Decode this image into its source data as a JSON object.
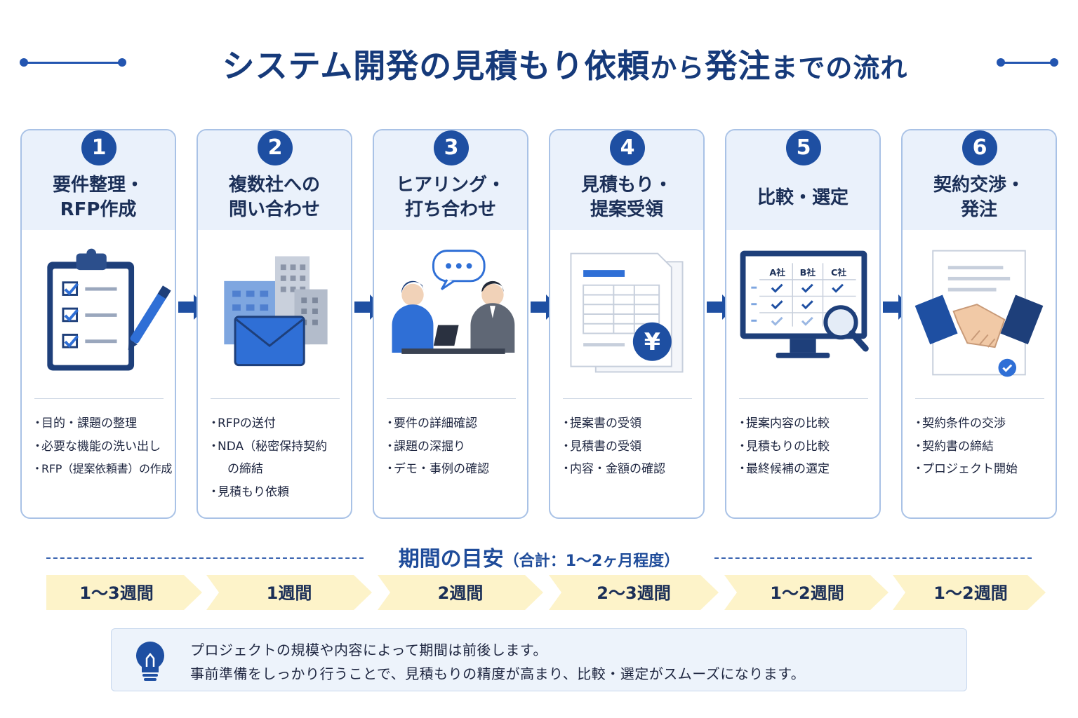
{
  "title": {
    "part1": "システム開発の見積もり依頼",
    "part2": "から",
    "part3": "発注",
    "part4": "までの流れ"
  },
  "steps": [
    {
      "number": "1",
      "title": "要件整理・\nRFP作成",
      "bullets": [
        "目的・課題の整理",
        "必要な機能の洗い出し",
        "RFP（提案依頼書）の作成"
      ]
    },
    {
      "number": "2",
      "title": "複数社への\n問い合わせ",
      "bullets": [
        "RFPの送付",
        "NDA（秘密保持契約",
        "の締結",
        "見積もり依頼"
      ]
    },
    {
      "number": "3",
      "title": "ヒアリング・\n打ち合わせ",
      "bullets": [
        "要件の詳細確認",
        "課題の深掘り",
        "デモ・事例の確認"
      ]
    },
    {
      "number": "4",
      "title": "見積もり・\n提案受領",
      "bullets": [
        "提案書の受領",
        "見積書の受領",
        "内容・金額の確認"
      ]
    },
    {
      "number": "5",
      "title": "比較・選定",
      "bullets": [
        "提案内容の比較",
        "見積もりの比較",
        "最終候補の選定"
      ]
    },
    {
      "number": "6",
      "title": "契約交渉・\n発注",
      "bullets": [
        "契約条件の交渉",
        "契約書の締結",
        "プロジェクト開始"
      ]
    }
  ],
  "illustrations": {
    "yen_symbol": "¥",
    "compare_columns": [
      "A社",
      "B社",
      "C社"
    ]
  },
  "duration": {
    "title": "期間の目安",
    "subtitle": "（合計：1〜2ヶ月程度）",
    "periods": [
      "1〜3週間",
      "1週間",
      "2週間",
      "2〜3週間",
      "1〜2週間",
      "1〜2週間"
    ]
  },
  "note": {
    "line1": "プロジェクトの規模や内容によって期間は前後します。",
    "line2": "事前準備をしっかり行うことで、見積もりの精度が高まり、比較・選定がスムーズになります。"
  },
  "colors": {
    "primary": "#1e4fa2",
    "title": "#163a7a",
    "card_border": "#a9c2e6",
    "card_head": "#eaf1fb",
    "chevron": "#fdf3c9",
    "note_bg": "#edf3fb"
  }
}
